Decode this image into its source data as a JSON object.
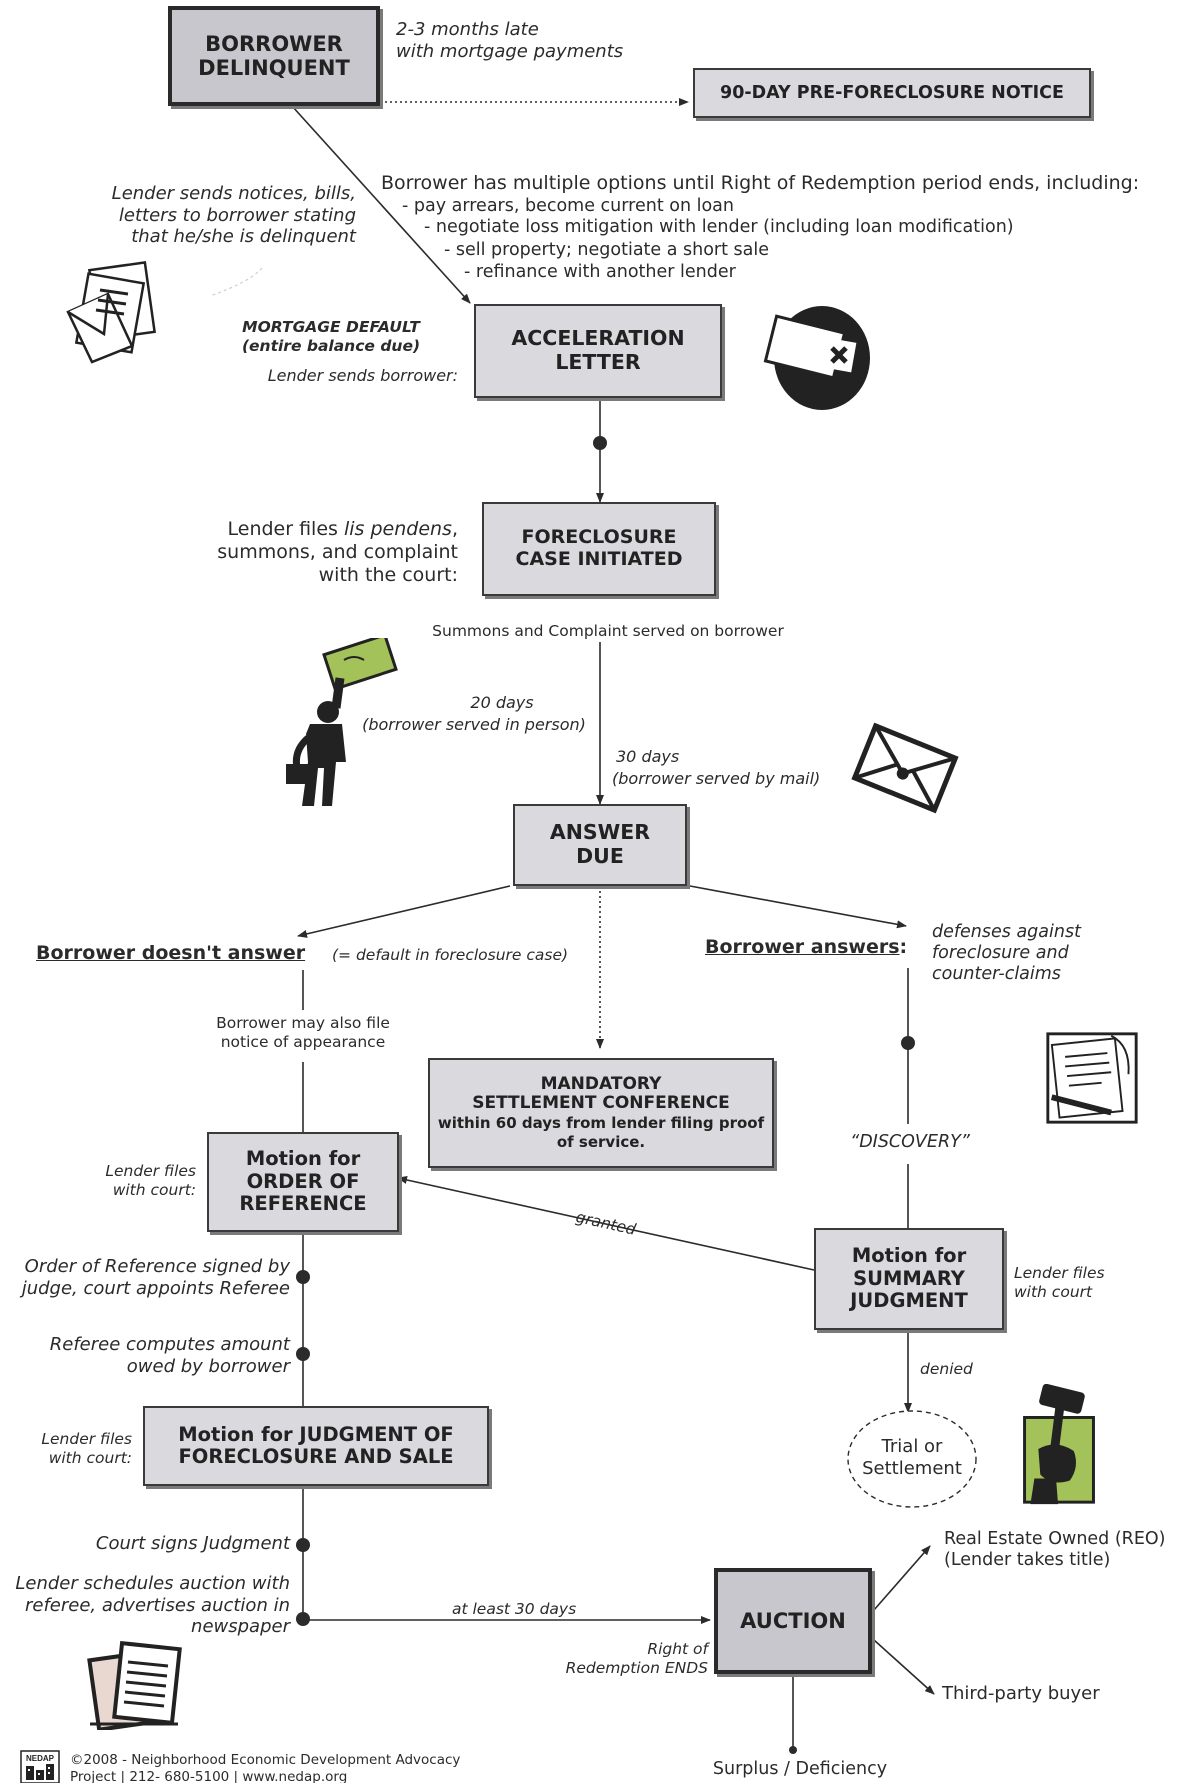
{
  "boxes": {
    "borrower_delinquent": [
      "BORROWER",
      "DELINQUENT"
    ],
    "pre_foreclosure": "90-DAY PRE-FORECLOSURE NOTICE",
    "acceleration": [
      "ACCELERATION",
      "LETTER"
    ],
    "foreclosure_case": [
      "FORECLOSURE",
      "CASE INITIATED"
    ],
    "answer_due": [
      "ANSWER",
      "DUE"
    ],
    "settlement": [
      "MANDATORY",
      "SETTLEMENT CONFERENCE",
      "within 60 days from lender filing proof",
      "of service."
    ],
    "order_of_reference": [
      "Motion for",
      "ORDER OF",
      "REFERENCE"
    ],
    "summary_judgment": [
      "Motion for",
      "SUMMARY",
      "JUDGMENT"
    ],
    "judgment_sale": [
      "Motion for JUDGMENT OF",
      "FORECLOSURE AND SALE"
    ],
    "auction": "AUCTION",
    "trial": [
      "Trial or",
      "Settlement"
    ]
  },
  "notes": {
    "late": [
      "2-3 months late",
      "with mortgage payments"
    ],
    "options_head": "Borrower has multiple options until Right of Redemption period ends, including:",
    "options": [
      "-  pay arrears, become current on loan",
      "-  negotiate loss mitigation with lender (including loan modification)",
      "-  sell property; negotiate a short sale",
      "-  refinance with another lender"
    ],
    "notices": [
      "Lender sends notices, bills,",
      "letters to borrower stating",
      "that he/she is delinquent"
    ],
    "mortgage_default": [
      "MORTGAGE DEFAULT",
      "(entire balance due)"
    ],
    "lender_sends": "Lender sends borrower:",
    "lis_pendens": [
      "Lender files lis pendens,",
      "summons, and complaint",
      "with the court:"
    ],
    "summons_served": "Summons and Complaint served on borrower",
    "days20": [
      "20 days",
      "(borrower served in person)"
    ],
    "days30": [
      "30 days",
      "(borrower served by mail)"
    ],
    "doesnt_answer": "Borrower doesn't answer",
    "default_note": "(= default in foreclosure case)",
    "answers": "Borrower answers",
    "answers_colon": ":",
    "defenses": [
      "defenses against",
      "foreclosure and",
      "counter-claims"
    ],
    "appearance": [
      "Borrower may also file",
      "notice of appearance"
    ],
    "discovery": "“DISCOVERY”",
    "lender_files_court": [
      "Lender files",
      "with court:"
    ],
    "lender_files_court2": [
      "Lender files",
      "with court"
    ],
    "granted": "granted",
    "order_signed": [
      "Order of Reference signed by",
      "judge, court appoints Referee"
    ],
    "referee_computes": [
      "Referee computes amount",
      "owed by borrower"
    ],
    "lender_files_court3": [
      "Lender files",
      "with court:"
    ],
    "denied": "denied",
    "court_signs": "Court signs Judgment",
    "schedules": [
      "Lender schedules auction with",
      "referee, advertises auction in",
      "newspaper"
    ],
    "at_least": "at least 30 days",
    "redemption": [
      "Right of",
      "Redemption ENDS"
    ],
    "reo": [
      "Real Estate Owned (REO)",
      "(Lender takes title)"
    ],
    "third_party": "Third-party buyer",
    "surplus": "Surplus / Deficiency",
    "copyright": "©2008 - Neighborhood Economic Development Advocacy",
    "copyright2": "Project | 212- 680-5100 | www.nedap.org",
    "logo": "NEDAP"
  },
  "icons": [
    "letters-icon",
    "credit-card-icon",
    "man-holding-bill-icon",
    "envelope-icon",
    "document-pen-icon",
    "gavel-icon",
    "newspaper-icon",
    "nedap-logo-icon"
  ]
}
